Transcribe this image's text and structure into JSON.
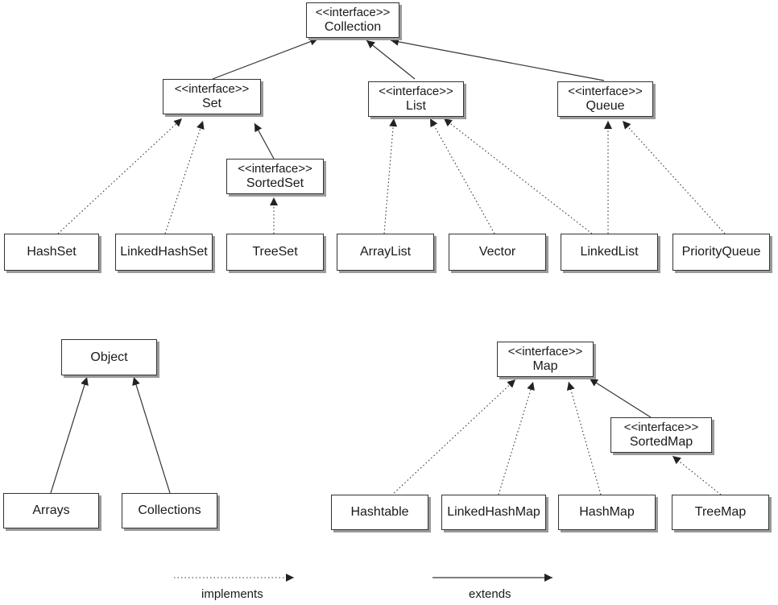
{
  "legend": {
    "implements": "implements",
    "extends": "extends"
  },
  "nodes": {
    "collection": {
      "stereotype": "<<interface>>",
      "name": "Collection"
    },
    "set": {
      "stereotype": "<<interface>>",
      "name": "Set"
    },
    "list": {
      "stereotype": "<<interface>>",
      "name": "List"
    },
    "queue": {
      "stereotype": "<<interface>>",
      "name": "Queue"
    },
    "sortedset": {
      "stereotype": "<<interface>>",
      "name": "SortedSet"
    },
    "hashset": {
      "name": "HashSet"
    },
    "linkedhashset": {
      "name": "LinkedHashSet"
    },
    "treeset": {
      "name": "TreeSet"
    },
    "arraylist": {
      "name": "ArrayList"
    },
    "vector": {
      "name": "Vector"
    },
    "linkedlist": {
      "name": "LinkedList"
    },
    "priorityqueue": {
      "name": "PriorityQueue"
    },
    "object": {
      "name": "Object"
    },
    "arrays": {
      "name": "Arrays"
    },
    "collections": {
      "name": "Collections"
    },
    "map": {
      "stereotype": "<<interface>>",
      "name": "Map"
    },
    "sortedmap": {
      "stereotype": "<<interface>>",
      "name": "SortedMap"
    },
    "hashtable": {
      "name": "Hashtable"
    },
    "linkedhashmap": {
      "name": "LinkedHashMap"
    },
    "hashmap": {
      "name": "HashMap"
    },
    "treemap": {
      "name": "TreeMap"
    }
  }
}
